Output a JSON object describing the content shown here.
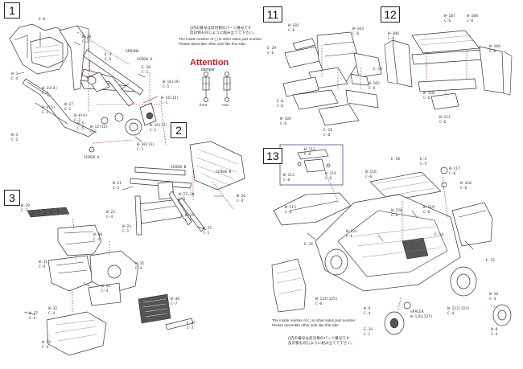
{
  "steps": {
    "s1": "1",
    "s2": "2",
    "s3": "3",
    "s11": "11",
    "s12": "12",
    "s13": "13"
  },
  "notes": {
    "note1_jp1": "()内の番号は反対側のパーツ番号です",
    "note1_jp2": "反対側も同じように組み立てて下さい。",
    "note1_en1": "The inside number of ( ) is other sides part number.",
    "note1_en2": "Please assemble other side like this side.",
    "note2_en1": "The inside number of ( ) is other sides part number.",
    "note2_en2": "Please assemble other side like this side.",
    "note2_jp1": "()内の番号は反対側のパーツ番号です",
    "note2_jp2": "反対側も同じように組み立てて下さい。"
  },
  "attention": {
    "title": "Attention",
    "damper": "damper",
    "front": "front",
    "rear": "rear"
  },
  "labels1": {
    "e6": "E-6",
    "w1": "W-1",
    "c4": "C-4",
    "w20": "W-20",
    "c1a": "C-1",
    "spring": "SPRING",
    "screwA1": "SCREW A",
    "e18": "E-18",
    "c1b": "C-1",
    "w23": "W-23(4)",
    "c1c": "C-1",
    "w17": "W-17",
    "c1d": "C-1",
    "w4": "W-4(5)",
    "c1e": "C-1",
    "w8": "W-8(9)",
    "c1f": "C-1",
    "w5": "W-5",
    "c5": "C-5",
    "w12": "W-12(13)",
    "c1g": "C-1",
    "w18": "W-18(19)",
    "c1h": "C-1",
    "w14": "W-14(15)",
    "c1i": "C-1",
    "w16": "W-16(17)",
    "c1j": "C-1",
    "w10": "W-10(11)",
    "c1k": "C-1",
    "w3": "W-3",
    "c1l": "C-1",
    "screwA2": "SCREW A",
    "e3": "E-3",
    "c3": "C-3"
  },
  "labels2": {
    "screwB1": "SCREW B",
    "screwB2": "SCREW B",
    "w21": "W-21",
    "c1a": "C-1",
    "w22": "W-22",
    "c4": "C-4",
    "w27": "W-27,28",
    "c1b": "C-1",
    "w26": "W-26",
    "c4b": "C-4",
    "w24": "W-24",
    "c1c": "C-1",
    "w23": "W-23",
    "c1d": "C-1",
    "w25": "W-25",
    "c1e": "C-1"
  },
  "labels3": {
    "w29": "W-29",
    "c7": "C-7",
    "w30": "W-30",
    "c4a": "C-4",
    "w31": "W-31",
    "c4b": "C-4",
    "w35": "W-35",
    "c4c": "C-4",
    "w34": "W-34",
    "c4d": "C-4",
    "w36": "W-36",
    "c7b": "C-7",
    "w32": "W-32",
    "c4e": "C-4",
    "w37": "W-37",
    "c4f": "C-4",
    "w33": "W-33",
    "c4g": "C-4",
    "e17": "E-17",
    "c3": "C-3"
  },
  "labels11": {
    "w102": "W-102",
    "c6a": "C-6",
    "e29": "E-29",
    "c6b": "C-6",
    "w103": "W-103",
    "c6c": "C-6",
    "e13": "E-13",
    "w105": "W-105",
    "c6d": "C-6",
    "w104": "W-104",
    "c6e": "C-6",
    "e19": "E-19",
    "c6f": "C-6",
    "e6": "E-6",
    "c6g": "C-6"
  },
  "labels12": {
    "w107": "W-107",
    "c6a": "C-6",
    "w108": "W-108",
    "c6b": "C-6",
    "w106": "W-106",
    "c6c": "C-6",
    "w109": "W-109",
    "c6d": "C-6",
    "w110": "W-110",
    "c6e": "C-6",
    "w111": "W-111",
    "c6f": "C-6"
  },
  "labels13": {
    "w112": "W-112",
    "c6a": "C-6",
    "w113": "W-113",
    "c6b": "C-6",
    "w114": "W-114",
    "c6c": "C-6",
    "w116": "W-116",
    "c6d": "C-6",
    "e20": "E-20",
    "e2": "E-2",
    "c5": "C-5",
    "w117": "W-117",
    "c6e": "C-6",
    "w118": "W-118",
    "c6f": "C-6",
    "w115": "W-115",
    "c6g": "C-6",
    "w119": "W-119",
    "c6h": "C-6",
    "w120": "W-120",
    "c6i": "C-6",
    "w121": "W-121",
    "c6j": "C-6",
    "e14": "E-14",
    "e15": "E-15",
    "e26": "E-26",
    "w124": "W-124(125)",
    "c6k": "C-6",
    "w9": "W-9",
    "c4a": "C-4",
    "spacer": "SPACER",
    "w126": "W-126(127)",
    "w122": "W-122(123)",
    "c4b": "C-4",
    "w10": "W-10",
    "c4c": "C-4",
    "e16": "E-16",
    "c1": "C-1",
    "w8": "W-8",
    "c4d": "C-4"
  }
}
